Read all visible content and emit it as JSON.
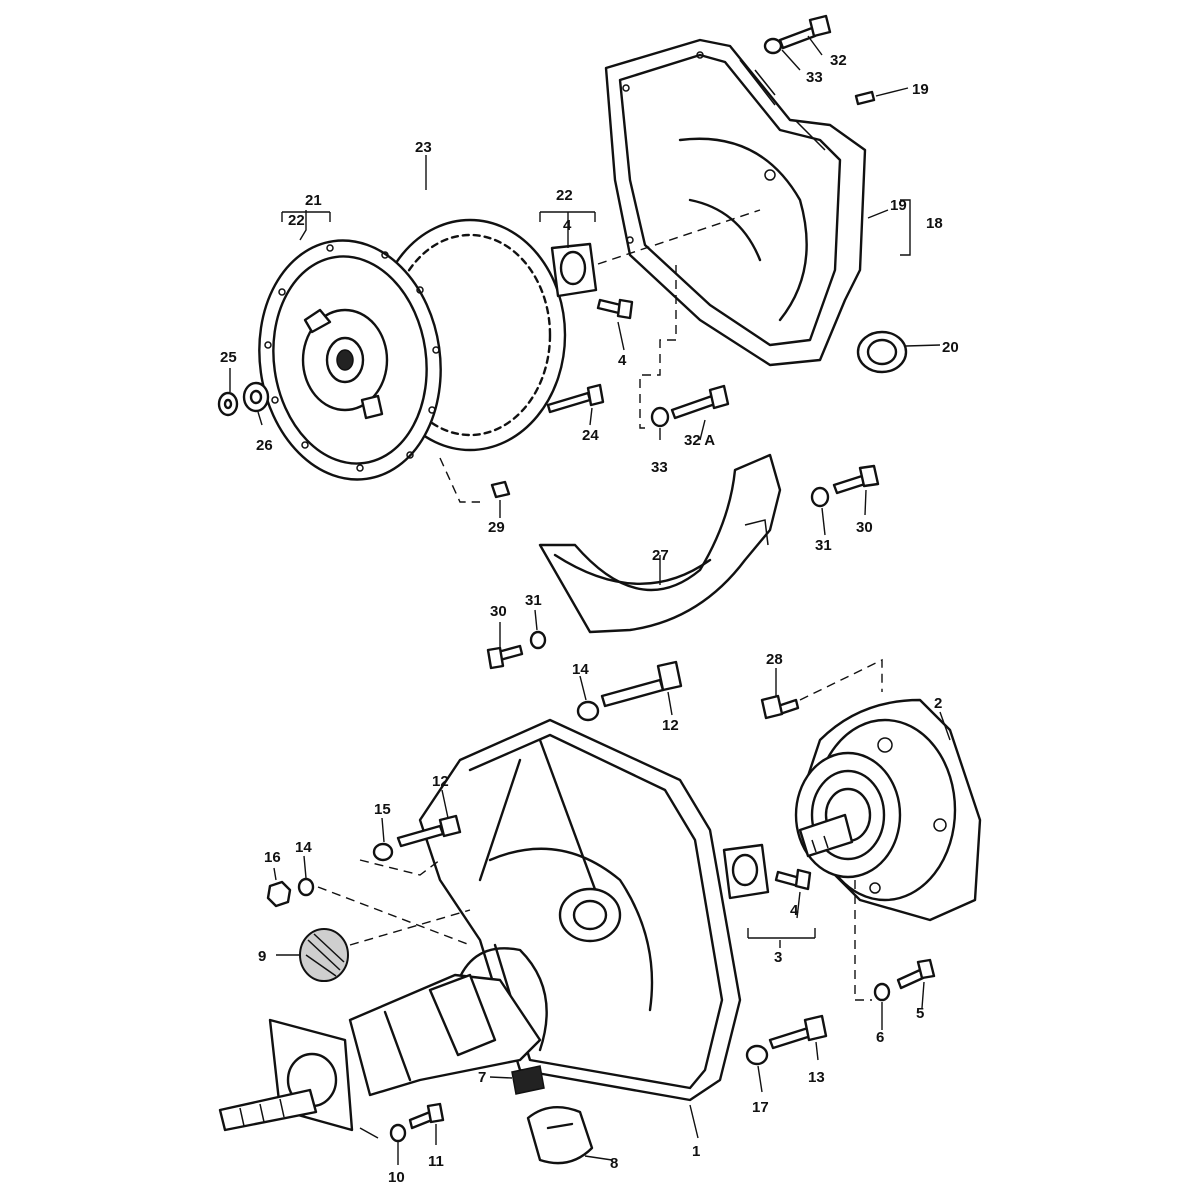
{
  "callouts": {
    "n1": "1",
    "n2": "2",
    "n3": "3",
    "n4a": "4",
    "n4b": "4",
    "n4c": "4",
    "n5": "5",
    "n6": "6",
    "n7": "7",
    "n8": "8",
    "n9": "9",
    "n10": "10",
    "n11": "11",
    "n12a": "12",
    "n12b": "12",
    "n13": "13",
    "n14a": "14",
    "n14b": "14",
    "n15": "15",
    "n16": "16",
    "n17": "17",
    "n18": "18",
    "n19a": "19",
    "n19b": "19",
    "n20": "20",
    "n21": "21",
    "n22a": "22",
    "n22b": "22",
    "n23": "23",
    "n24": "24",
    "n25": "25",
    "n26": "26",
    "n27": "27",
    "n28": "28",
    "n29": "29",
    "n30a": "30",
    "n30b": "30",
    "n31a": "31",
    "n31b": "31",
    "n32": "32",
    "n32a": "32 A",
    "n33a": "33",
    "n33b": "33"
  }
}
